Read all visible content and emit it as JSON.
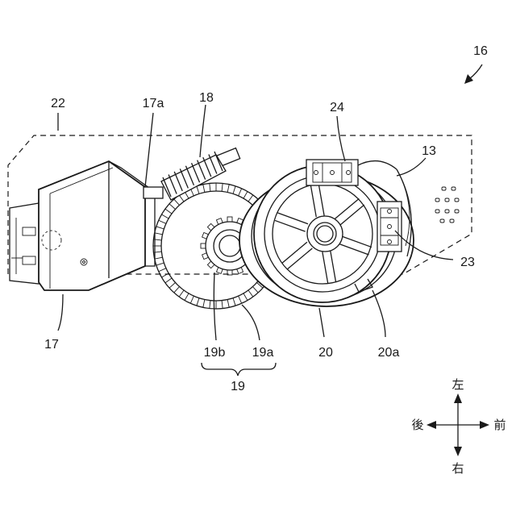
{
  "figure": {
    "ref_assembly": "16",
    "labels": {
      "l22": "22",
      "l17a": "17a",
      "l18": "18",
      "l24": "24",
      "l13": "13",
      "l23": "23",
      "l17": "17",
      "l19b": "19b",
      "l19a": "19a",
      "l19": "19",
      "l20": "20",
      "l20a": "20a"
    },
    "directions": {
      "up": "左",
      "down": "右",
      "left": "後",
      "right": "前"
    }
  }
}
